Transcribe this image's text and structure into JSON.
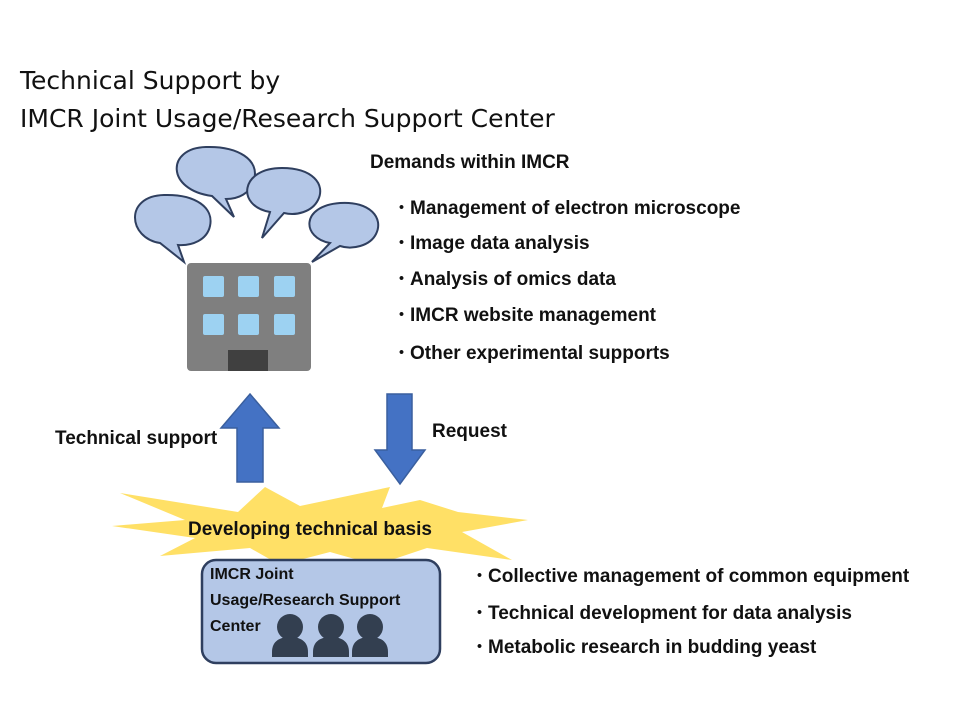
{
  "title": {
    "line1": "Technical Support by",
    "line2": "IMCR Joint Usage/Research Support Center"
  },
  "demands": {
    "heading": "Demands within IMCR",
    "items": [
      "Management of electron microscope",
      "Image data analysis",
      "Analysis of omics data",
      "IMCR website management",
      "Other experimental supports"
    ]
  },
  "arrows": {
    "up_label": "Technical support",
    "down_label": "Request"
  },
  "burst_label": "Developing technical basis",
  "center": {
    "name": "IMCR Joint\nUsage/Research Support\nCenter"
  },
  "center_items": [
    "Collective management of common equipment",
    "Technical development for data analysis",
    "Metabolic research in budding yeast"
  ],
  "bullet_char": "・",
  "colors": {
    "bubble": "#b4c7e7",
    "bubble_stroke": "#2f3f5f",
    "building": "#7f7f7f",
    "window": "#9dd2f2",
    "door": "#404040",
    "arrow": "#4472c4",
    "burst": "#ffe066",
    "center_box": "#b4c7e7",
    "center_stroke": "#2f3f5f",
    "person": "#333f50"
  }
}
